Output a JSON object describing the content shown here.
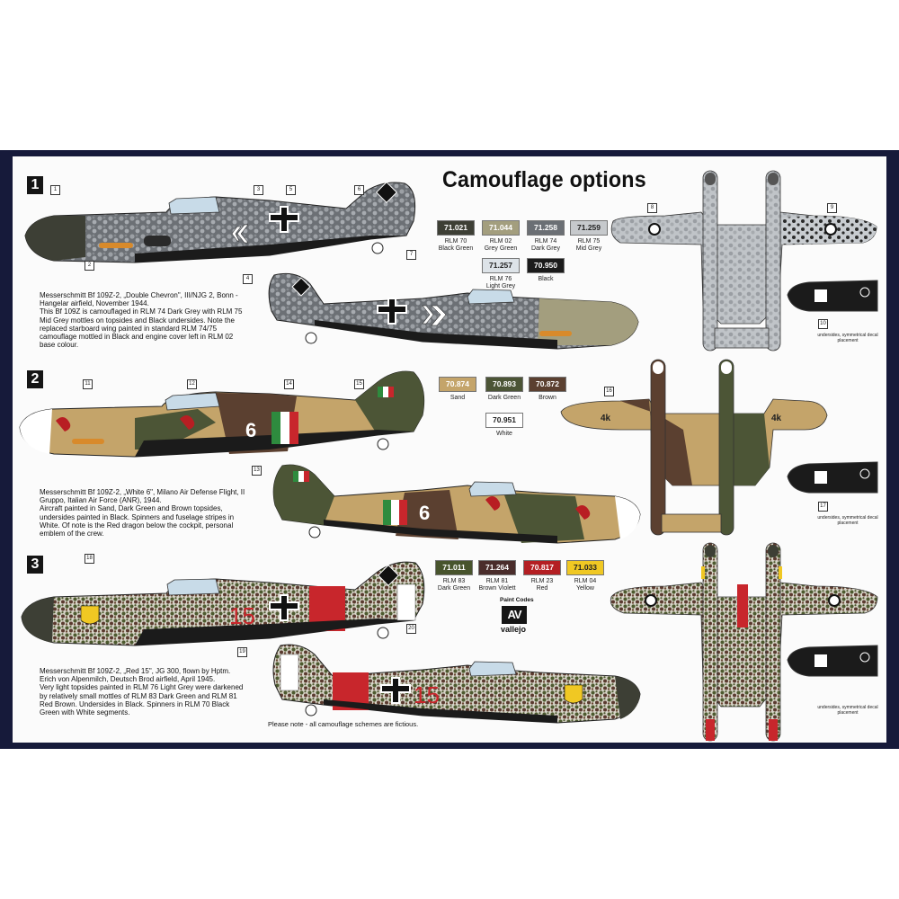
{
  "header": {
    "title": "Camouflage options"
  },
  "options": [
    {
      "number": "1",
      "description_lines": [
        "Messerschmitt Bf 109Z-2, „Double Chevron\", III/NJG 2, Bonn -",
        "Hangelar airfield, November 1944.",
        "This Bf 109Z is camouflaged in RLM 74 Dark Grey with RLM 75",
        "Mid Grey mottles on topsides and Black undersides. Note the",
        "replaced starboard wing painted in standard RLM 74/75",
        "camouflage mottled in Black and engine cover left in RLM 02",
        "base colour."
      ]
    },
    {
      "number": "2",
      "description_lines": [
        "Messerschmitt Bf 109Z-2, „White 6\", Milano Air Defense Flight, II",
        "Gruppo, Italian Air Force (ANR), 1944.",
        "Aircraft painted in Sand, Dark Green and Brown topsides,",
        "undersides painted in Black. Spinners and fuselage stripes in",
        "White. Of note is the Red dragon below the cockpit, personal",
        "emblem of the crew."
      ]
    },
    {
      "number": "3",
      "description_lines": [
        "Messerschmitt Bf 109Z-2, „Red 15\", JG 300, flown by Hptm.",
        "Erich von Alpenmilch, Deutsch Brod airfield, April 1945.",
        "Very light topsides painted in RLM 76 Light Grey were darkened",
        "by relatively small mottles of RLM 83 Dark Green and RLM 81",
        "Red Brown. Undersides in Black. Spinners in RLM 70 Black",
        "Green with White segments."
      ]
    }
  ],
  "palettes": {
    "option1": [
      {
        "code": "71.021",
        "name1": "RLM 70",
        "name2": "Black Green",
        "color": "#3d3f35"
      },
      {
        "code": "71.044",
        "name1": "RLM 02",
        "name2": "Grey Green",
        "color": "#a39e7e"
      },
      {
        "code": "71.258",
        "name1": "RLM 74",
        "name2": "Dark Grey",
        "color": "#5d6167"
      },
      {
        "code": "71.259",
        "name1": "RLM 75",
        "name2": "Mid Grey",
        "color": "#bfc2c6"
      },
      {
        "code": "71.257",
        "name1": "RLM 76",
        "name2": "Light Grey",
        "color": "#dde3e8"
      },
      {
        "code": "70.950",
        "name1": "Black",
        "name2": "",
        "color": "#1b1b1b"
      }
    ],
    "option2": [
      {
        "code": "70.874",
        "name1": "Sand",
        "name2": "",
        "color": "#c4a46a"
      },
      {
        "code": "70.893",
        "name1": "Dark Green",
        "name2": "",
        "color": "#4c5536"
      },
      {
        "code": "70.872",
        "name1": "Brown",
        "name2": "",
        "color": "#5b4030"
      },
      {
        "code": "70.951",
        "name1": "White",
        "name2": "",
        "color": "#ffffff"
      }
    ],
    "option3": [
      {
        "code": "71.011",
        "name1": "RLM 83",
        "name2": "Dark Green",
        "color": "#48542d"
      },
      {
        "code": "71.264",
        "name1": "RLM 81",
        "name2": "Brown Violett",
        "color": "#4a2d2b"
      },
      {
        "code": "70.817",
        "name1": "RLM 23",
        "name2": "Red",
        "color": "#b41f23"
      },
      {
        "code": "71.033",
        "name1": "RLM 04",
        "name2": "Yellow",
        "color": "#f0c823"
      }
    ]
  },
  "brand": {
    "paint_codes": "Paint Codes",
    "logo_text": "AV",
    "name": "vallejo"
  },
  "decal_note": "undersides, symmetrical decal placement",
  "footer_note": "Please note - all camouflage schemes are fictious.",
  "aircraft_markings": {
    "opt2_number": "6",
    "opt3_number": "15",
    "opt2_fin_code": "4k"
  },
  "callouts": [
    "1",
    "2",
    "3",
    "4",
    "5",
    "6",
    "7",
    "8",
    "9",
    "10",
    "11",
    "12",
    "13",
    "14",
    "15",
    "16",
    "17",
    "18",
    "19",
    "20"
  ]
}
